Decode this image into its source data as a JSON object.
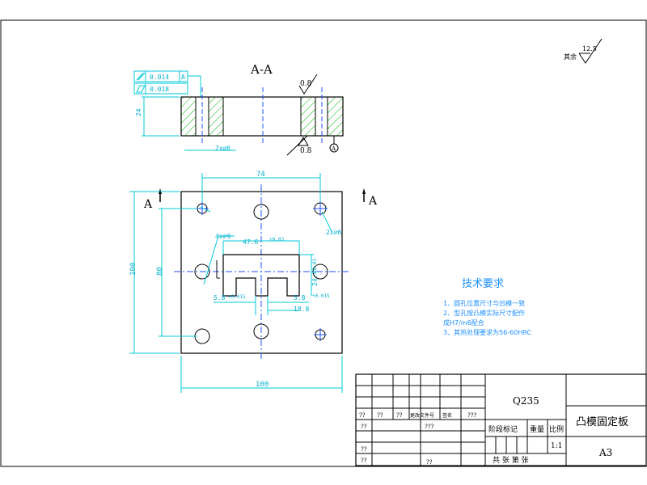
{
  "section": {
    "title": "A-A",
    "tolerance_1": "0.014",
    "tolerance_1_ref": "A",
    "tolerance_2": "0.018",
    "dim_height": "24",
    "dim_hole": "2x⌀6",
    "rough_top": "0.8",
    "rough_bottom": "0.8",
    "datum": "A"
  },
  "plan": {
    "cut_label_left": "A",
    "cut_label_right": "A",
    "dim_width_top": "74",
    "dim_hole_tl": "4x⌀9",
    "dim_hole_tr": "2x⌀6",
    "dim_slot_width": "47.6",
    "dim_slot_width_tol": "+0.03",
    "dim_slot_height": "24.4",
    "dim_slot_height_tol": "+0.03",
    "dim_left_gap": "5.8",
    "dim_left_gap_tol": "+0.015",
    "dim_right_gap": "5.8",
    "dim_right_gap_tol": "+0.015",
    "dim_notch": "18.8",
    "dim_height_outer": "100",
    "dim_height_inner": "80",
    "dim_width_bottom": "100"
  },
  "surface_roughness": {
    "label": "其余",
    "value": "12.5"
  },
  "tech_requirements": {
    "heading": "技术要求",
    "item1": "1、圆孔位置尺寸与凹模一致",
    "item2a": "2、型孔按凸模实际尺寸配作",
    "item2b": "成H7/m6配合",
    "item3": "3、其热处理要求为56-60HRC"
  },
  "title_block": {
    "material": "Q235",
    "part_name": "凸模固定板",
    "stage_label": "阶段标记",
    "weight_label": "重量",
    "scale_label": "比例",
    "scale_value": "1:1",
    "sheet_label": "共  张  第  张",
    "format": "A3",
    "r1c1": "??",
    "r1c2": "??",
    "r1c3": "??",
    "r1c4": "更改文件号",
    "r1c5": "签名",
    "r1c6": "???",
    "r2c1": "??",
    "r2c4": "???",
    "r4c1": "??",
    "r5c1": "??",
    "r5c4": "??"
  }
}
